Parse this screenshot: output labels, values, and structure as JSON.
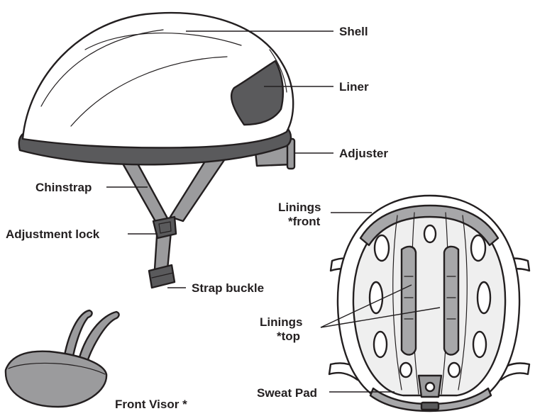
{
  "labels": {
    "shell": "Shell",
    "liner": "Liner",
    "adjuster": "Adjuster",
    "chinstrap": "Chinstrap",
    "adjustment_lock": "Adjustment lock",
    "strap_buckle": "Strap buckle",
    "linings_front_1": "Linings",
    "linings_front_2": "*front",
    "linings_top_1": "Linings",
    "linings_top_2": "*top",
    "sweat_pad": "Sweat Pad",
    "front_visor": "Front Visor *"
  },
  "colors": {
    "outline": "#231f20",
    "shell": "#ffffff",
    "liner_dark": "#5a5a5c",
    "strap_grey": "#9b9b9d",
    "pad_grey": "#a7a7a9",
    "inner_light": "#efefef"
  }
}
